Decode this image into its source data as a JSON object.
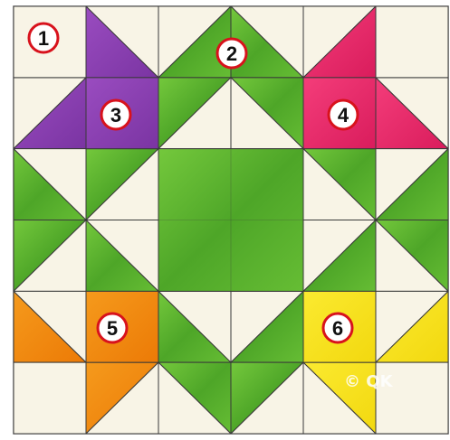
{
  "colors": {
    "background": "#f8f4e6",
    "border": "#b9b9b9",
    "seam": "#3a3a3a",
    "green": "#5bb830",
    "green_dark": "#3f8f1e",
    "purple": "#8a3fb0",
    "pink": "#ee2b6c",
    "orange": "#f28a0c",
    "yellow": "#f7e21a",
    "marker_ring": "#d8121c",
    "marker_fill": "#ffffff"
  },
  "markers": [
    {
      "id": 1,
      "label": "1"
    },
    {
      "id": 2,
      "label": "2"
    },
    {
      "id": 3,
      "label": "3"
    },
    {
      "id": 4,
      "label": "4"
    },
    {
      "id": 5,
      "label": "5"
    },
    {
      "id": 6,
      "label": "6"
    }
  ],
  "watermark": "© QK"
}
